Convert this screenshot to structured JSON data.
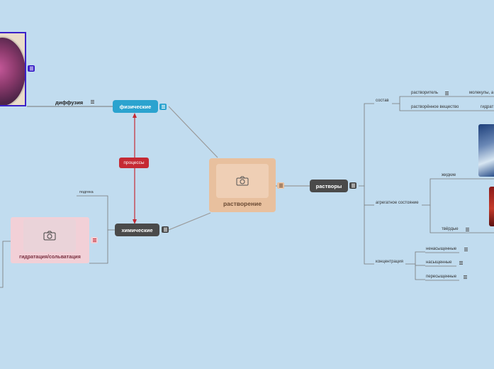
{
  "central": {
    "label": "растворение"
  },
  "left": {
    "physical": "физические",
    "diffusion": "диффузия",
    "processes": "процессы",
    "chemical": "химические",
    "rasteg": "подгека",
    "hydration": "гидратация/сольватация"
  },
  "right": {
    "solutions": "растворы",
    "composition": "состав",
    "solvent": "растворитель",
    "solvent_detail": "молекулы, а",
    "solute": "растворённое вещество",
    "solute_detail": "гидрат",
    "aggregate": "агрегатное состояние",
    "liquid": "жидкие",
    "solid": "твёрдые",
    "concentration": "концентрация",
    "unsaturated": "ненасыщенные",
    "saturated": "насыщенные",
    "supersaturated": "пересыщенные"
  },
  "colors": {
    "background": "#c1dcef",
    "central": "#e8c09e",
    "physical": "#2ba3cf",
    "dark": "#4a4a4a",
    "processes": "#c52a34",
    "hydration": "#f2d0d7",
    "image_frame": "#3b21c8"
  }
}
